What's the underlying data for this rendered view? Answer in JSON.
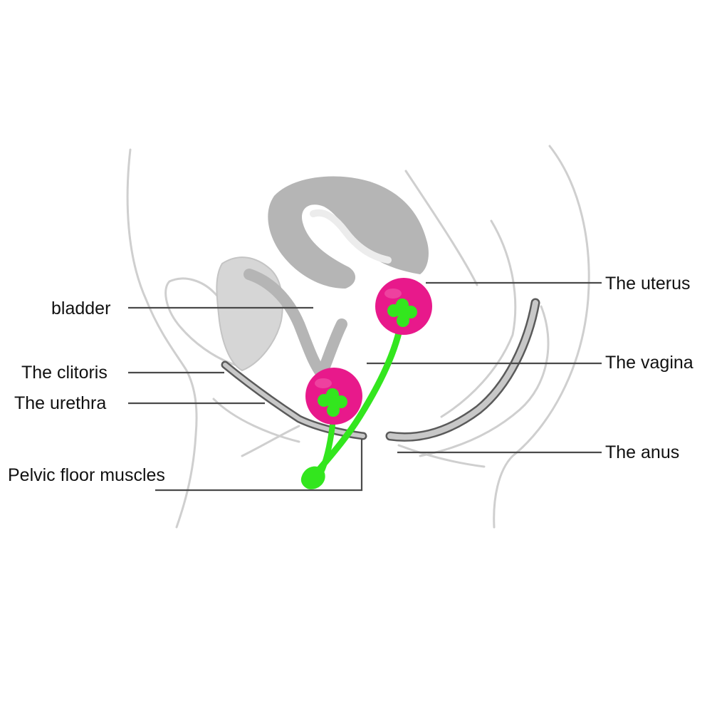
{
  "labels": {
    "bladder": "bladder",
    "clitoris": "The clitoris",
    "urethra": "The urethra",
    "pelvic_floor": "Pelvic floor muscles",
    "uterus": "The uterus",
    "vagina": "The vagina",
    "anus": "The anus"
  },
  "colors": {
    "background": "#ffffff",
    "outline": "#c9c9c9",
    "organ_fill": "#b8b8b8",
    "leader_line": "#4a4a4a",
    "ball": "#e8198b",
    "cord": "#33e61e"
  }
}
